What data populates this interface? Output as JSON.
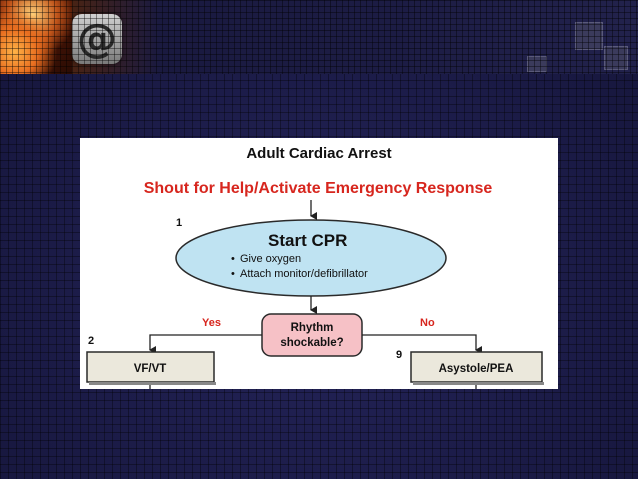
{
  "slide": {
    "logo_glyph": "@",
    "accent_color": "#1b1a3d"
  },
  "diagram": {
    "title": "Adult Cardiac Arrest",
    "top_instruction": "Shout for Help/Activate Emergency Response",
    "step_1_number": "1",
    "start_cpr": {
      "title": "Start CPR",
      "bullets": [
        "Give oxygen",
        "Attach monitor/defibrillator"
      ]
    },
    "decision": {
      "line1": "Rhythm",
      "line2": "shockable?"
    },
    "yes_label": "Yes",
    "no_label": "No",
    "step_2_number": "2",
    "step_9_number": "9",
    "vf_vt_label": "VF/VT",
    "asystole_label": "Asystole/PEA",
    "colors": {
      "red_text": "#d7261e",
      "ellipse_fill": "#bfe3f2",
      "decision_fill": "#f6c1c6",
      "box_fill": "#ebe8dc"
    }
  }
}
